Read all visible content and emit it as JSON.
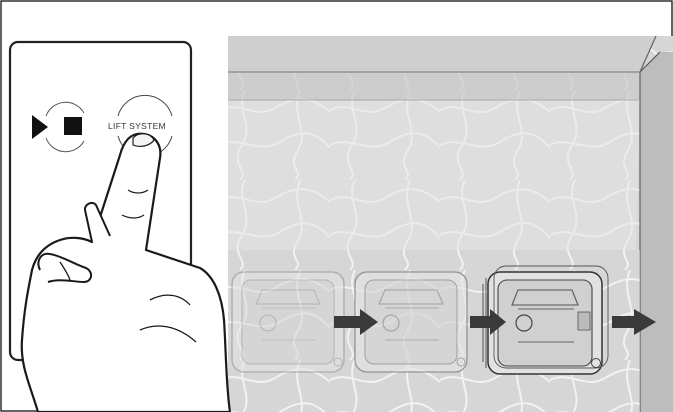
{
  "control_panel": {
    "play_stop_button": {
      "icon": "play-stop-icon"
    },
    "lift_system_button": {
      "label": "LIFT SYSTEM"
    }
  },
  "pool_scene": {
    "robot_positions": 3,
    "arrows": 3,
    "colors": {
      "water": "#d9d9d9",
      "robot_body": "#e4e4e4",
      "arrow": "#3a3a3a",
      "outline": "#222222"
    }
  }
}
